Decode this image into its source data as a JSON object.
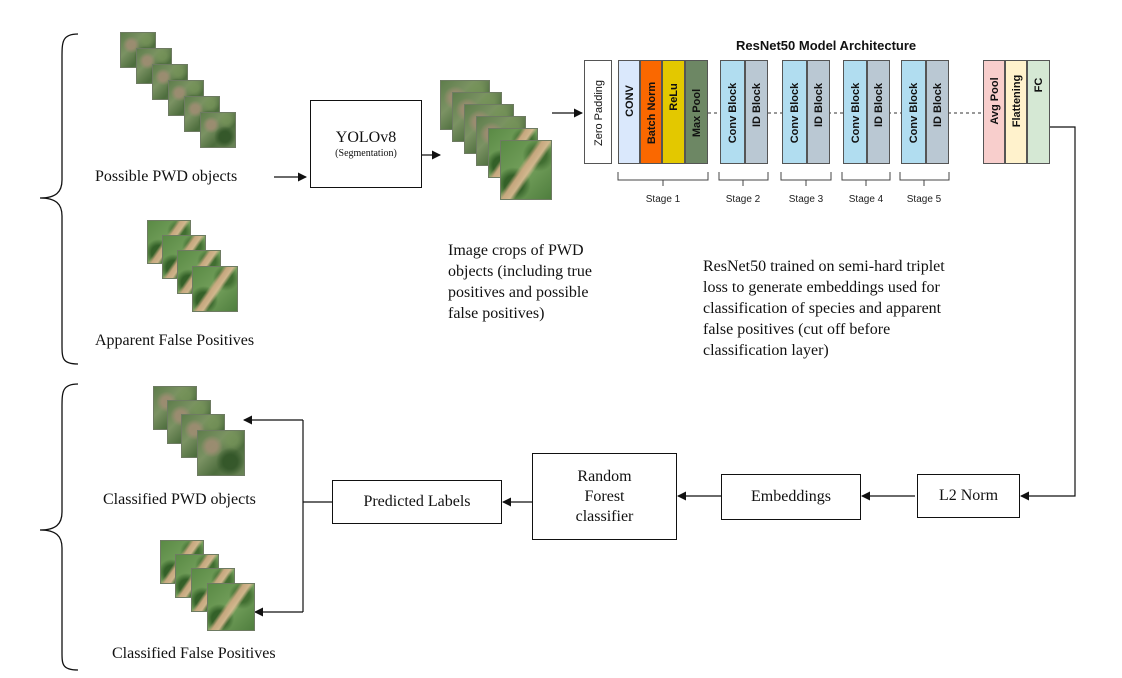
{
  "labels": {
    "possible_pwd": "Possible PWD objects",
    "apparent_fp": "Apparent False Positives",
    "classified_pwd": "Classified PWD objects",
    "classified_fp": "Classified False Positives"
  },
  "yolo": {
    "title": "YOLOv8",
    "subtitle": "(Segmentation)"
  },
  "crops_caption": [
    "Image crops of PWD",
    "objects (including true",
    "positives and possible",
    "false positives)"
  ],
  "resnet_caption": [
    "ResNet50 trained on semi-hard triplet",
    "loss to generate embeddings used for",
    "classification of species and apparent",
    "false positives (cut off before",
    "classification layer)"
  ],
  "architecture": {
    "title": "ResNet50 Model Architecture",
    "zero_padding": "Zero Padding",
    "stage1_layers": [
      {
        "label": "CONV",
        "color": "#dae8fc"
      },
      {
        "label": "Batch Norm",
        "color": "#fa6800"
      },
      {
        "label": "ReLu",
        "color": "#e3c800"
      },
      {
        "label": "Max Pool",
        "color": "#6d8764"
      }
    ],
    "block_layers": [
      {
        "label": "Conv Block",
        "color": "#b1ddf0"
      },
      {
        "label": "ID Block",
        "color": "#bac8d3"
      }
    ],
    "head_layers": [
      {
        "label": "Avg Pool",
        "color": "#f8cecc"
      },
      {
        "label": "Flattening",
        "color": "#fff2cc"
      },
      {
        "label": "FC",
        "color": "#d5e8d4"
      }
    ],
    "stages": [
      "Stage 1",
      "Stage 2",
      "Stage 3",
      "Stage 4",
      "Stage 5"
    ]
  },
  "pipeline": {
    "l2_norm": "L2 Norm",
    "embeddings": "Embeddings",
    "random_forest": [
      "Random",
      "Forest",
      "classifier"
    ],
    "predicted_labels": "Predicted Labels"
  }
}
